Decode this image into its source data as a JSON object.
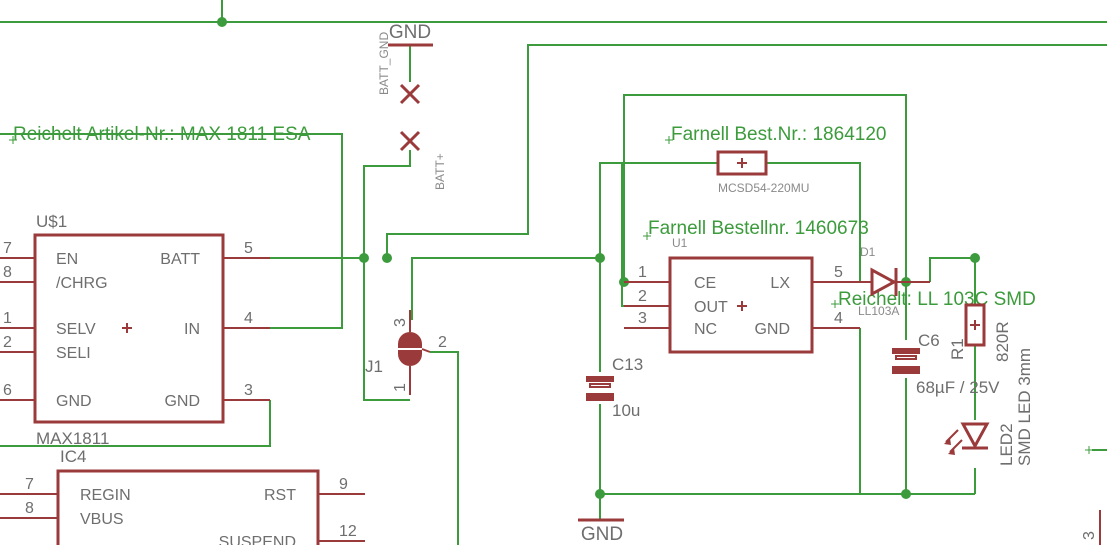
{
  "labels": {
    "reichelt_max": "Reichelt Artikel-Nr.: MAX 1811 ESA",
    "farnell_best": "Farnell Best.Nr.: 1864120",
    "farnell_bestell": "Farnell Bestellnr. 1460673",
    "reichelt_ll": "Reichelt: LL 103C SMD"
  },
  "gnd_top": "GND",
  "gnd_bottom": "GND",
  "batt_gnd": "BATT_GND",
  "batt_plus": "BATT+",
  "u_dollar": {
    "name": "U$1",
    "value": "MAX1811",
    "pins": [
      "EN",
      "/CHRG",
      "SELV",
      "SELI",
      "GND",
      "BATT",
      "IN",
      "GND"
    ],
    "pin_numbers": [
      "7",
      "8",
      "1",
      "2",
      "6",
      "5",
      "4",
      "3"
    ]
  },
  "ic4": {
    "name": "IC4",
    "pins": [
      "REGIN",
      "VBUS",
      "RST",
      "SUSPEND"
    ],
    "pin_numbers": [
      "7",
      "8",
      "9",
      "12"
    ]
  },
  "j1": {
    "name": "J1",
    "pin_numbers": [
      "3",
      "2",
      "1"
    ]
  },
  "u1": {
    "name": "U1",
    "pins": [
      "CE",
      "OUT",
      "NC",
      "LX",
      "GND"
    ],
    "pin_numbers": [
      "1",
      "2",
      "3",
      "5",
      "4"
    ]
  },
  "inductor": {
    "value": "MCSD54-220MU"
  },
  "c13": {
    "name": "C13",
    "value": "10u"
  },
  "d1": {
    "name": "D1",
    "value": "LL103A"
  },
  "c6": {
    "name": "C6",
    "value": "68µF / 25V"
  },
  "r1": {
    "name": "R1",
    "value": "820R"
  },
  "led2": {
    "name": "LED2",
    "value": "SMD LED 3mm"
  },
  "edge_pin": "3",
  "colors": {
    "wire": "#3c9b3c",
    "component": "#9b3a3a",
    "text": "#6e6e6e"
  }
}
